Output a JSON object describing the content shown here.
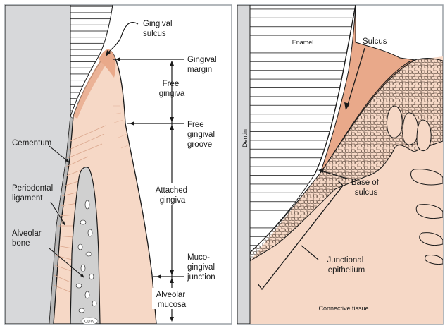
{
  "left_panel": {
    "labels": {
      "gingival_sulcus": [
        "Gingival",
        "sulcus"
      ],
      "gingival_margin": [
        "Gingival",
        "margin"
      ],
      "free_gingiva": [
        "Free",
        "gingiva"
      ],
      "free_gingival_groove": [
        "Free",
        "gingival",
        "groove"
      ],
      "attached_gingiva": [
        "Attached",
        "gingiva"
      ],
      "mucogingival_junction": [
        "Muco-",
        "gingival",
        "junction"
      ],
      "alveolar_mucosa": [
        "Alveolar",
        "mucosa"
      ],
      "cementum": [
        "Cementum"
      ],
      "periodontal_ligament": [
        "Periodontal",
        "ligament"
      ],
      "alveolar_bone": [
        "Alveolar",
        "bone"
      ]
    },
    "credit": "CDW"
  },
  "right_panel": {
    "labels": {
      "enamel": "Enamel",
      "dentin": "Dentin",
      "sulcus": [
        "Sulcus"
      ],
      "base_of_sulcus": [
        "Base of",
        "sulcus"
      ],
      "junctional_epithelium": [
        "Junctional",
        "epithelium"
      ],
      "connective_tissue": "Connective tissue"
    }
  },
  "colors": {
    "tooth_gray": "#d7d8da",
    "gingiva_pink": "#f6d8c6",
    "gingiva_pink_dark": "#e9a98a",
    "bone_gray": "#d0d0d0",
    "enamel_white": "#ffffff",
    "outline": "#1a1a1a",
    "frame": "#9aa0a6"
  }
}
